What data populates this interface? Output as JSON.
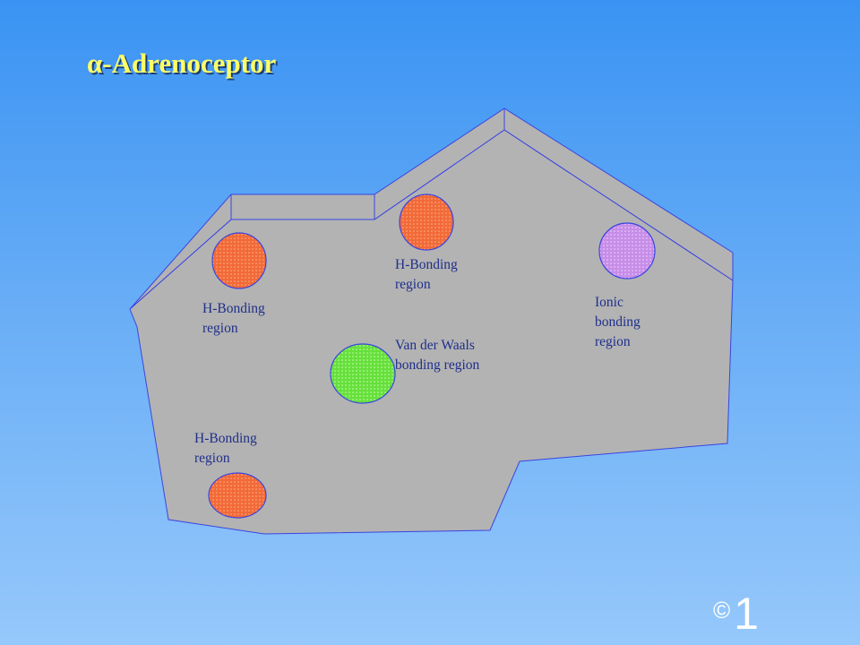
{
  "slide": {
    "title": "α-Adrenoceptor",
    "copyright_symbol": "©",
    "copyright_number": "1"
  },
  "colors": {
    "receptor_fill": "#b3b3b3",
    "outline": "#3a45e0",
    "h_bonding": "#f26a38",
    "ionic": "#c78de8",
    "van_der_waals": "#66e03c",
    "label_text": "#1f2f8a",
    "title_text": "#ffff66"
  },
  "regions": [
    {
      "id": "h-bonding-left",
      "type": "h_bonding",
      "label": "H-Bonding\nregion"
    },
    {
      "id": "h-bonding-top",
      "type": "h_bonding",
      "label": "H-Bonding\nregion"
    },
    {
      "id": "ionic",
      "type": "ionic",
      "label": "Ionic\nbonding\nregion"
    },
    {
      "id": "van-der-waals",
      "type": "van_der_waals",
      "label": "Van der Waals\nbonding region"
    },
    {
      "id": "h-bonding-bottom",
      "type": "h_bonding",
      "label": "H-Bonding\nregion"
    }
  ]
}
